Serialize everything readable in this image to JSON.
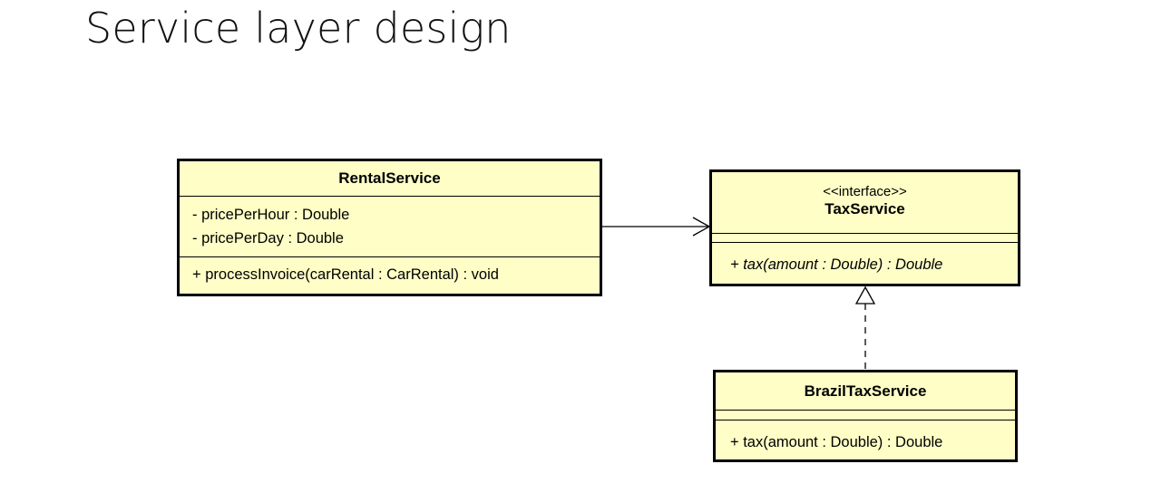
{
  "page": {
    "title": "Service layer design"
  },
  "diagram": {
    "classes": {
      "rental_service": {
        "name": "RentalService",
        "attributes": [
          "- pricePerHour : Double",
          "- pricePerDay : Double"
        ],
        "operations": [
          "+ processInvoice(carRental : CarRental) : void"
        ]
      },
      "tax_service": {
        "stereotype": "<<interface>>",
        "name": "TaxService",
        "operations": [
          "+ tax(amount : Double) : Double"
        ]
      },
      "brazil_tax_service": {
        "name": "BrazilTaxService",
        "operations": [
          "+ tax(amount : Double) : Double"
        ]
      }
    },
    "relations": [
      {
        "type": "association",
        "from": "RentalService",
        "to": "TaxService"
      },
      {
        "type": "realization",
        "from": "BrazilTaxService",
        "to": "TaxService"
      }
    ],
    "colors": {
      "class_fill": "#fffec6",
      "border": "#000000"
    }
  }
}
